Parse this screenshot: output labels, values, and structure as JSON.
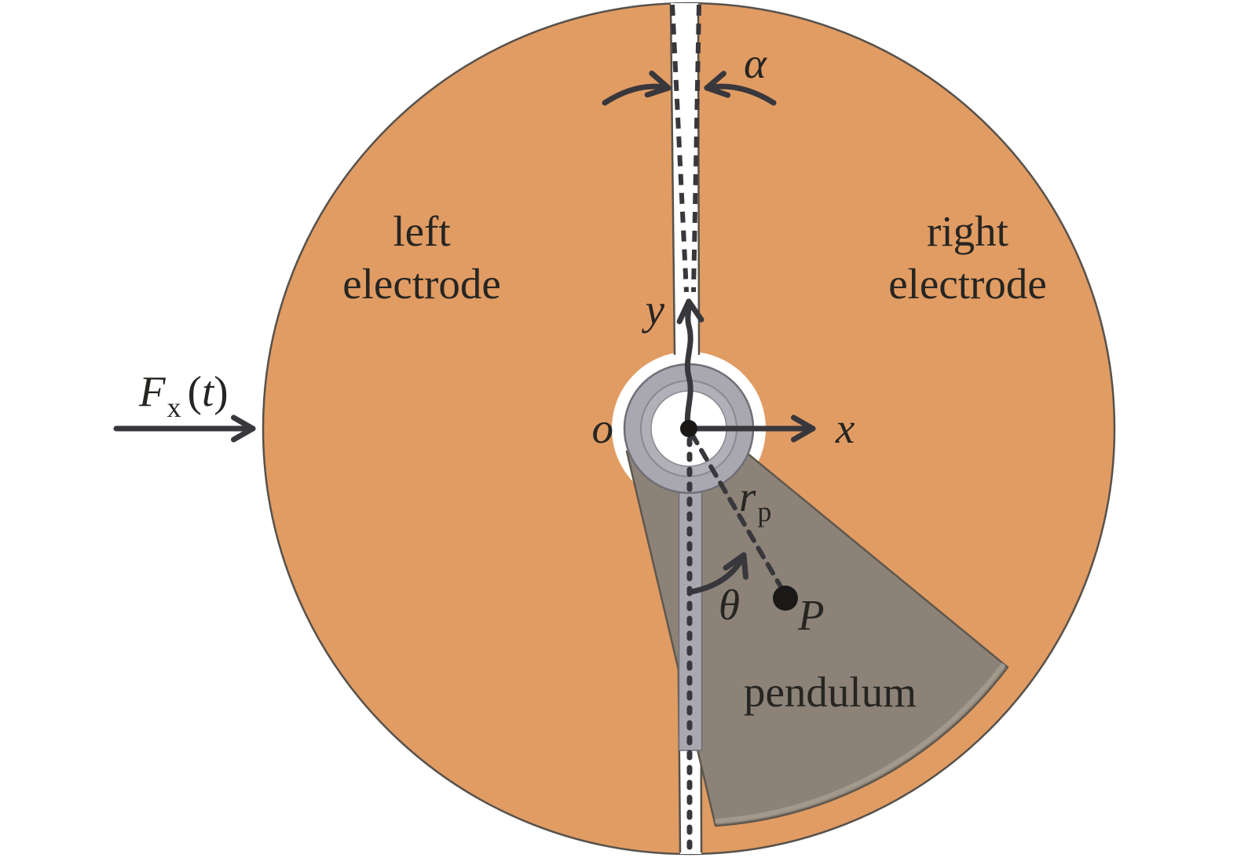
{
  "colors": {
    "electrode": "#e19c63",
    "electrode-border": "#57514b",
    "pendulum": "#8c8278",
    "pendulum-border": "#5f574d",
    "pendulum-lip": "#a2998d",
    "hub": "#a9a8b0",
    "hub-border": "#6f6e76",
    "annotation": "#38373c"
  },
  "labels": {
    "left_electrode": [
      "left",
      "electrode"
    ],
    "right_electrode": [
      "right",
      "electrode"
    ],
    "pendulum": "pendulum",
    "alpha": "α",
    "theta": "θ",
    "origin": "o",
    "axis_x": "x",
    "axis_y": "y",
    "point_p": "P",
    "force": {
      "symbol": "F",
      "subscript": "x",
      "open": "(",
      "arg": "t",
      "close": ")"
    },
    "radius": {
      "symbol": "r",
      "subscript": "p"
    }
  }
}
